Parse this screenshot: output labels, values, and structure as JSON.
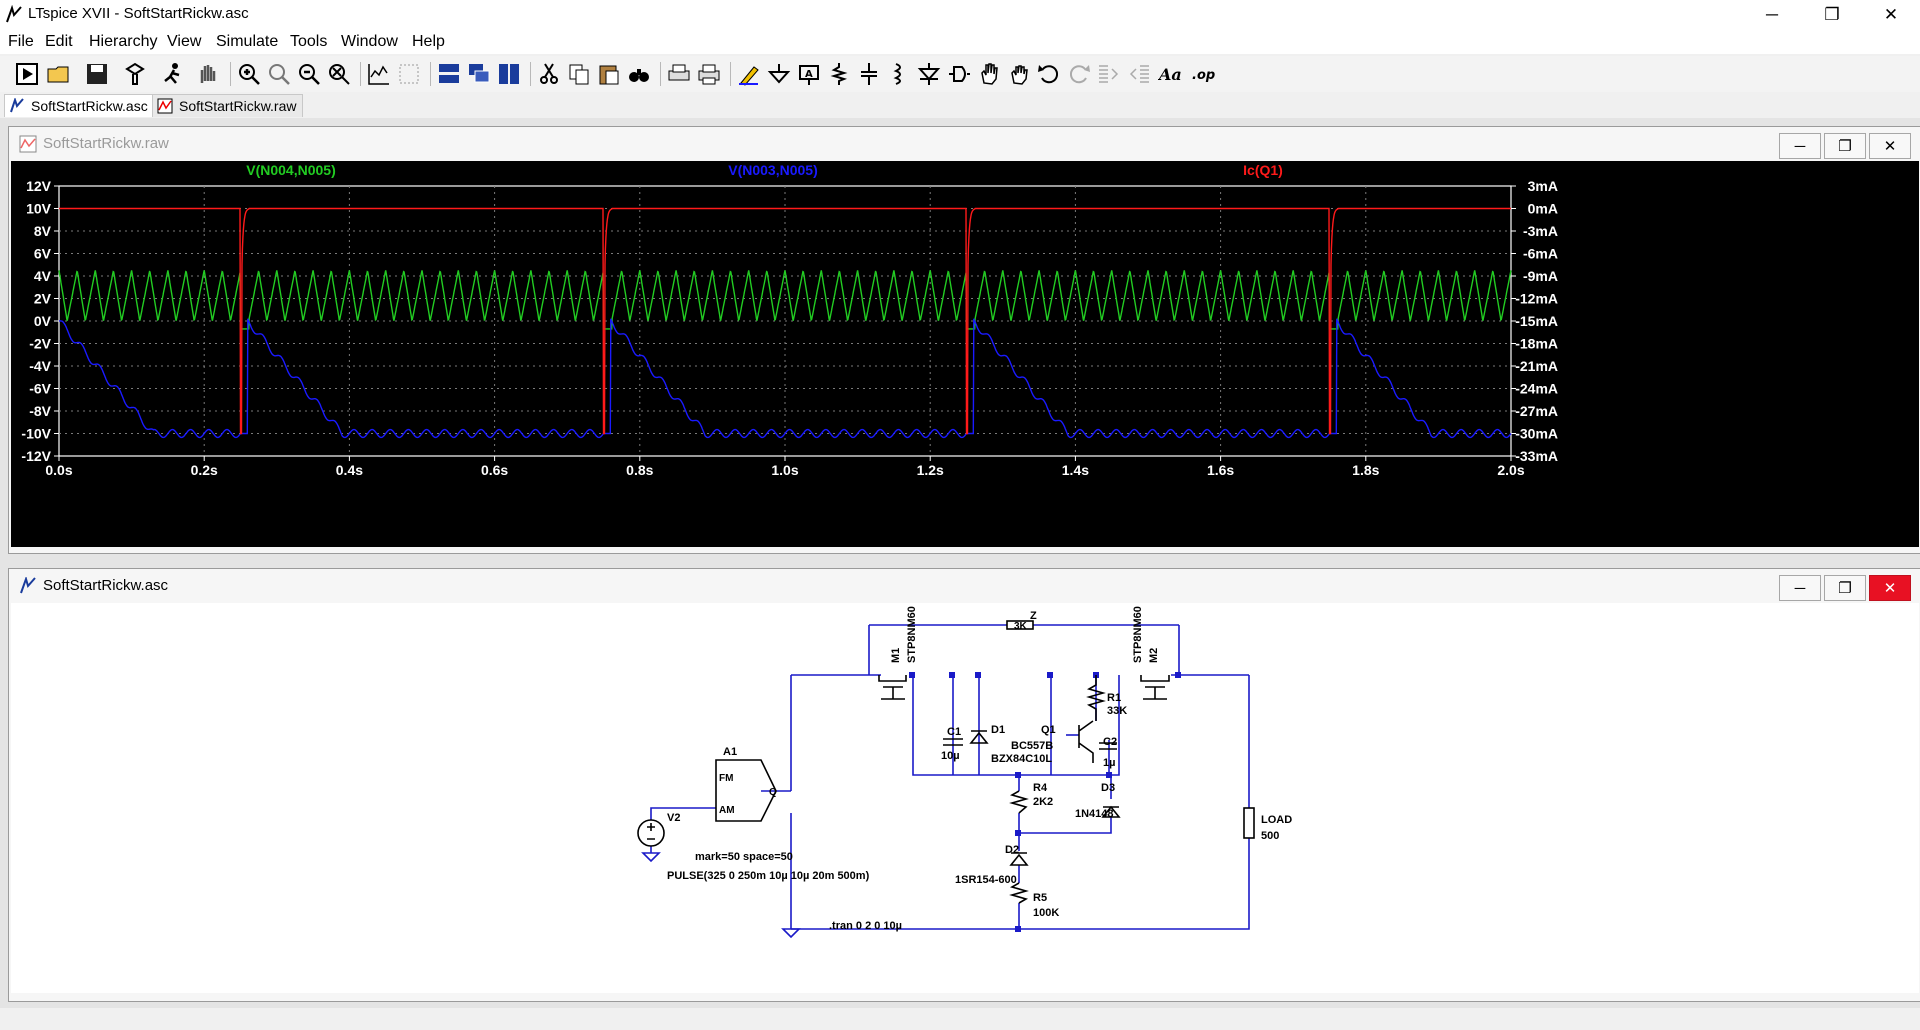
{
  "app": {
    "title": "LTspice XVII - SoftStartRickw.asc",
    "window_controls": {
      "minimize": "─",
      "restore": "❐",
      "close": "✕"
    }
  },
  "menu": [
    "File",
    "Edit",
    "Hierarchy",
    "View",
    "Simulate",
    "Tools",
    "Window",
    "Help"
  ],
  "toolbar": {
    "icons": [
      "new-schematic-icon",
      "open-icon",
      "save-icon",
      "control-panel-icon",
      "run-icon",
      "halt-icon",
      "zoom-in-icon",
      "pan-icon",
      "zoom-out-icon",
      "zoom-fit-icon",
      "autorange-icon",
      "delete-trace-icon",
      "tile-horizontal-icon",
      "cascade-icon",
      "tile-vertical-icon",
      "cut-icon",
      "copy-icon",
      "paste-icon",
      "find-icon",
      "print-icon",
      "print-preview-icon",
      "draw-wire-icon",
      "ground-icon",
      "label-net-icon",
      "resistor-icon",
      "capacitor-icon",
      "inductor-icon",
      "diode-icon",
      "component-icon",
      "move-icon",
      "drag-icon",
      "undo-icon",
      "redo-icon",
      "rotate-icon",
      "mirror-icon",
      "text-icon",
      "spice-directive-icon"
    ]
  },
  "tabs": [
    {
      "label": "SoftStartRickw.asc",
      "active": true
    },
    {
      "label": "SoftStartRickw.raw",
      "active": false
    }
  ],
  "waveform_window": {
    "title": "SoftStartRickw.raw",
    "controls": {
      "minimize": "─",
      "restore": "❐",
      "close": "✕"
    },
    "colors": {
      "green": "#22cc22",
      "blue": "#1a1aff",
      "red": "#ff1a1a",
      "grid": "#7a7a7a"
    },
    "chart_data": {
      "type": "line",
      "x_ticks": [
        "0.0s",
        "0.2s",
        "0.4s",
        "0.6s",
        "0.8s",
        "1.0s",
        "1.2s",
        "1.4s",
        "1.6s",
        "1.8s",
        "2.0s"
      ],
      "x_range": [
        0,
        2.0
      ],
      "y_left_ticks": [
        "12V",
        "10V",
        "8V",
        "6V",
        "4V",
        "2V",
        "0V",
        "-2V",
        "-4V",
        "-6V",
        "-8V",
        "-10V",
        "-12V"
      ],
      "y_left_range": [
        -12,
        12
      ],
      "y_right_ticks": [
        "3mA",
        "0mA",
        "-3mA",
        "-6mA",
        "-9mA",
        "-12mA",
        "-15mA",
        "-18mA",
        "-21mA",
        "-24mA",
        "-27mA",
        "-30mA",
        "-33mA"
      ],
      "y_right_range": [
        -33,
        3
      ],
      "grid": true,
      "series": [
        {
          "name": "V(N004,N005)",
          "color": "#22cc22",
          "axis": "left",
          "shape": "sawtooth",
          "min": 0,
          "max": 4.5,
          "period_s": 0.025,
          "gaps_at_s": [
            0.25,
            0.75,
            1.25,
            1.75
          ],
          "gap_value": -0.7
        },
        {
          "name": "V(N003,N005)",
          "color": "#1a1aff",
          "axis": "left",
          "shape": "staircase",
          "start": 0,
          "end": -10,
          "settle_s": 0.13,
          "resets_at_s": [
            0.25,
            0.75,
            1.25,
            1.75
          ]
        },
        {
          "name": "Ic(Q1)",
          "color": "#ff1a1a",
          "axis": "right",
          "shape": "baseline-spikes",
          "baseline": 0,
          "spike_to": -30,
          "spikes_at_s": [
            0.25,
            0.75,
            1.25,
            1.75
          ]
        }
      ]
    }
  },
  "schematic_window": {
    "title": "SoftStartRickw.asc",
    "controls": {
      "minimize": "─",
      "restore": "❐",
      "close": "✕"
    },
    "labels": {
      "z": "Z",
      "z_val": "3K",
      "m1": "M1",
      "m1_model": "STP8NM60",
      "m2": "M2",
      "m2_model": "STP8NM60",
      "r1": "R1",
      "r1_val": "33K",
      "q1": "Q1",
      "q1_model": "BC557B",
      "c1": "C1",
      "c1_val": "10µ",
      "d1": "D1",
      "d1_model": "BZX84C10L",
      "c2": "C2",
      "c2_val": "1µ",
      "r4": "R4",
      "r4_val": "2K2",
      "d3": "D3",
      "d3_model": "1N4148",
      "d2": "D2",
      "d2_model": "1SR154-600",
      "r5": "R5",
      "r5_val": "100K",
      "a1": "A1",
      "a1_fm": "FM",
      "a1_am": "AM",
      "a1_q": "Q",
      "a1_param": "mark=50 space=50",
      "v2": "V2",
      "v2_val": "PULSE(325 0 250m 10µ 10µ 20m 500m)",
      "load": "LOAD",
      "load_val": "500",
      "tran": ".tran 0 2 0 10µ"
    }
  }
}
